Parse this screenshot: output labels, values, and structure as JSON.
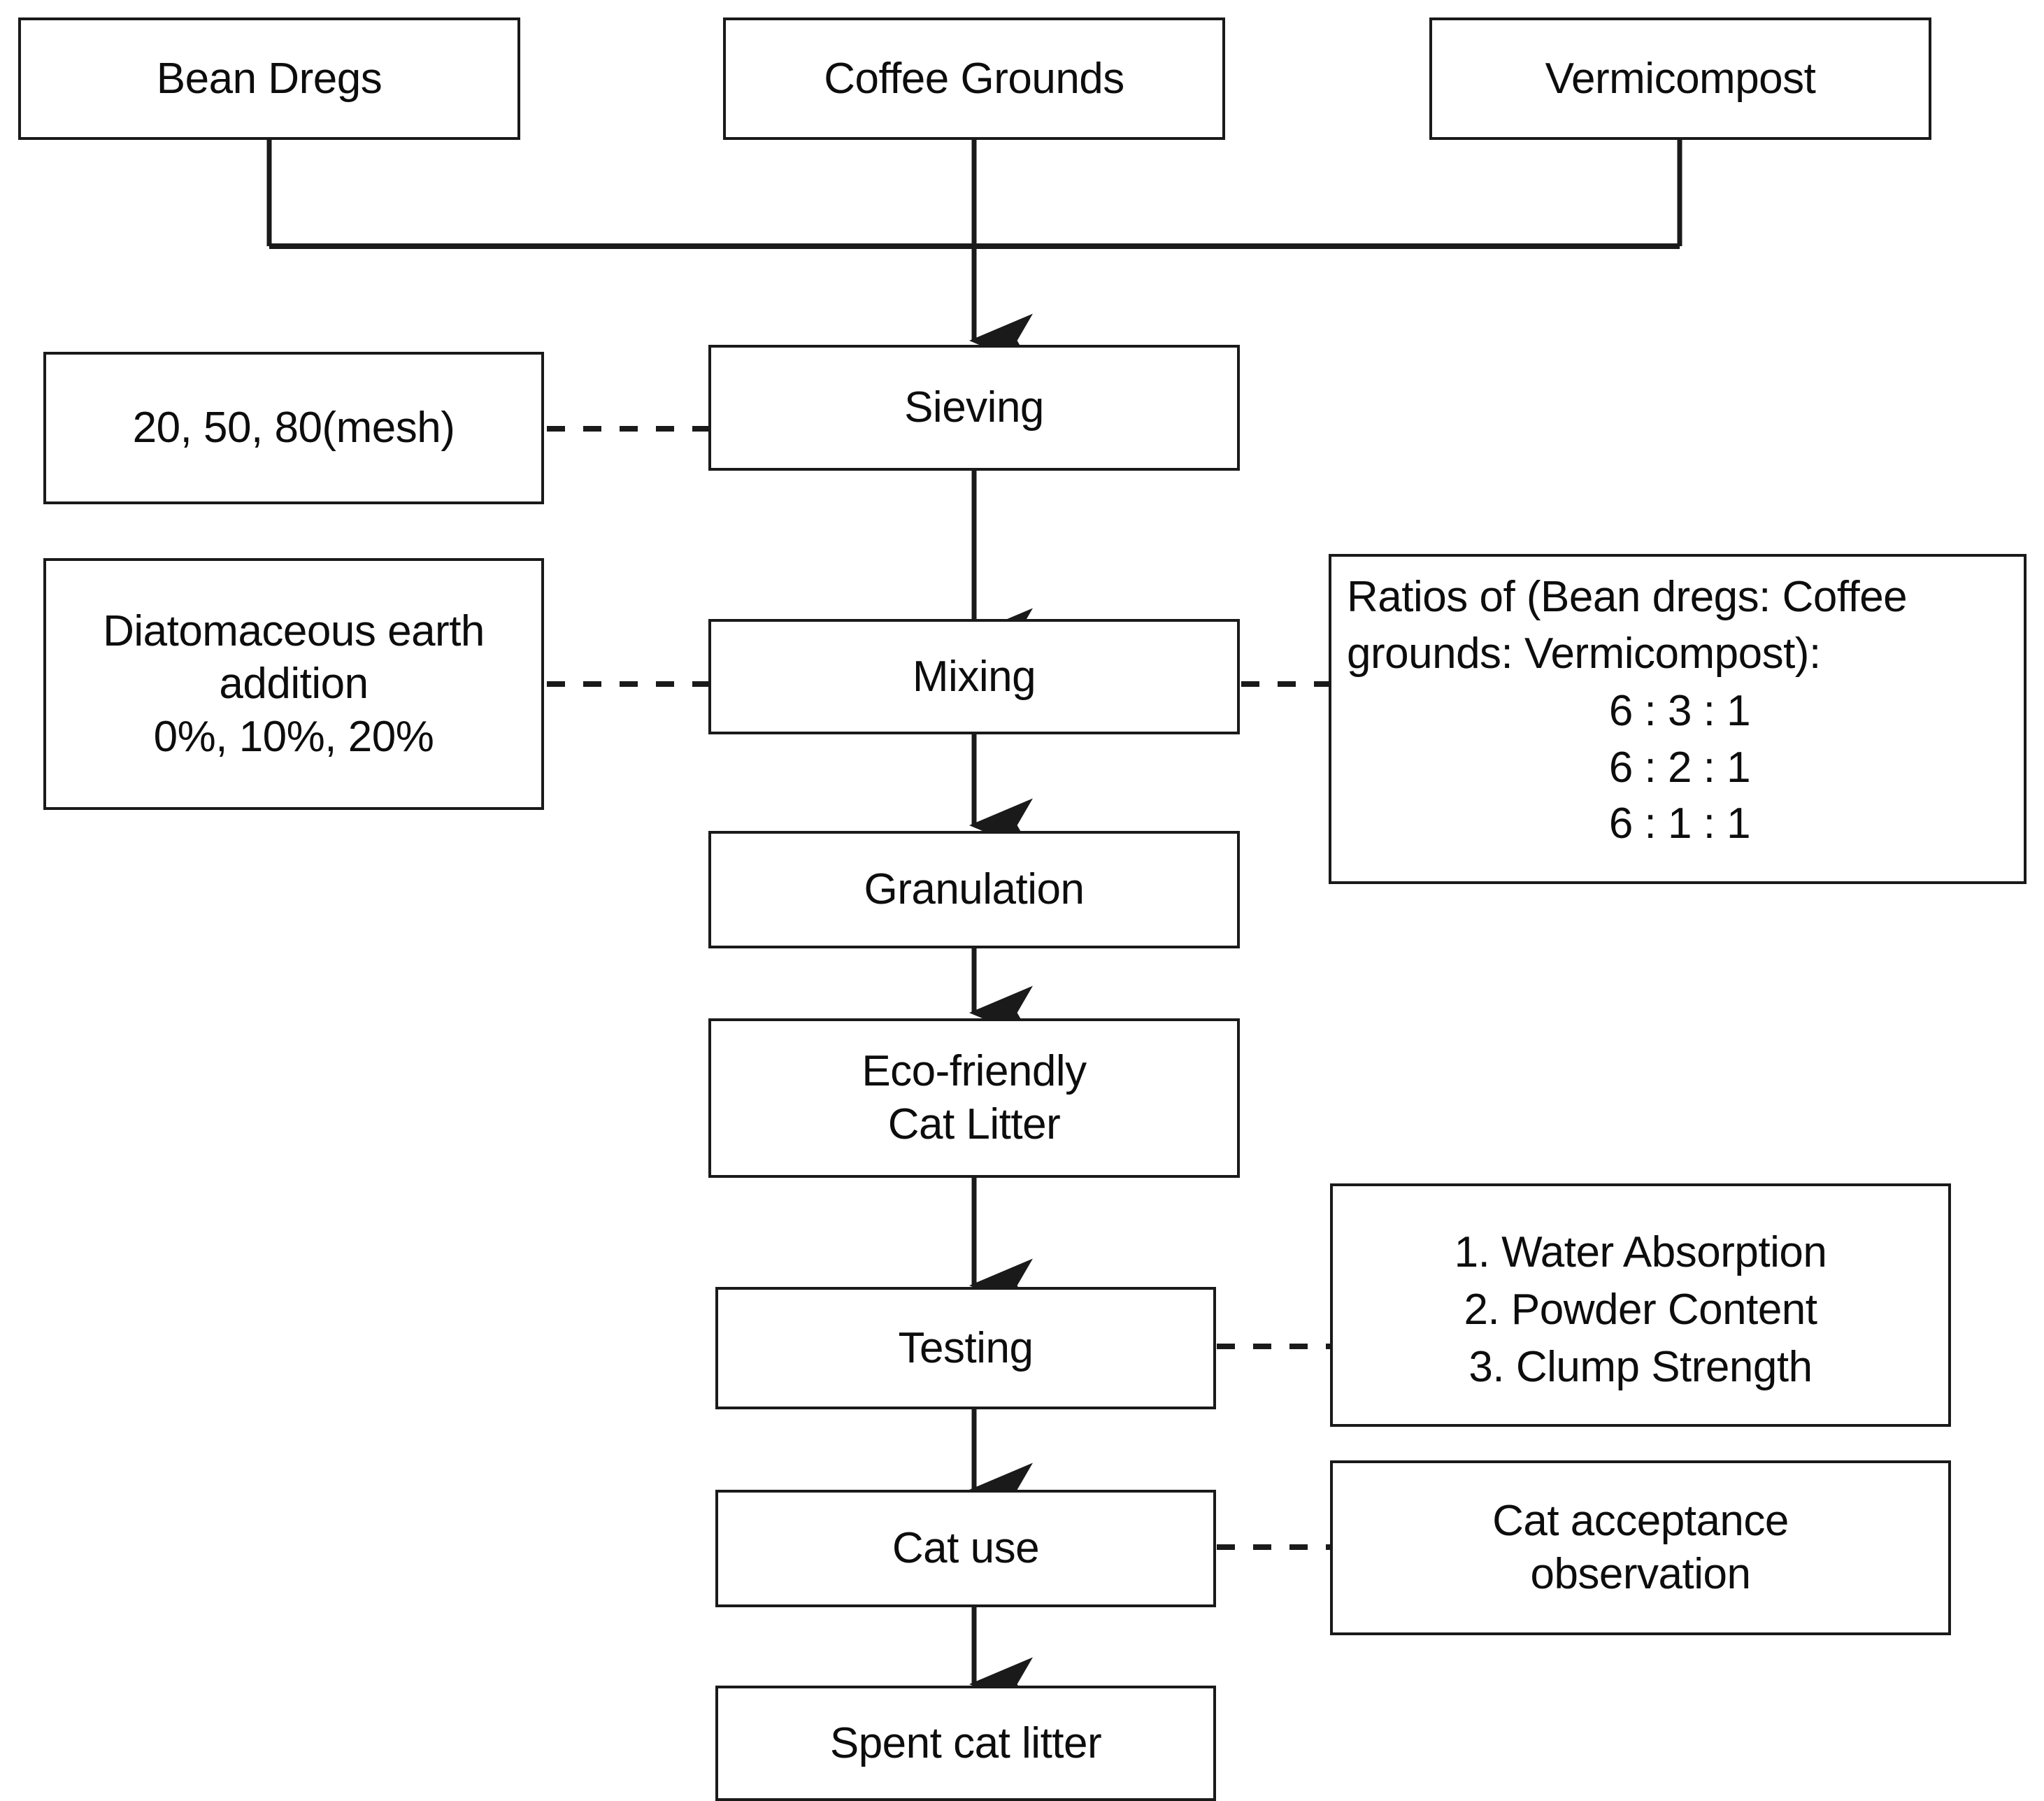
{
  "diagram": {
    "title_present": false,
    "line_color": "#1a1a1a",
    "box_fill": "#ffffff",
    "text_color": "#0d0d0d"
  },
  "inputs": {
    "bean_dregs": "Bean Dregs",
    "coffee_grounds": "Coffee Grounds",
    "vermicompost": "Vermicompost"
  },
  "process": {
    "sieving": "Sieving",
    "mixing": "Mixing",
    "granulation": "Granulation",
    "product": "Eco-friendly\nCat Litter",
    "testing": "Testing",
    "cat_use": "Cat use",
    "spent": "Spent cat litter"
  },
  "annotations": {
    "mesh": "20, 50, 80(mesh)",
    "diatomaceous": "Diatomaceous earth\naddition\n0%, 10%, 20%",
    "ratios_heading": "Ratios of (Bean dregs: Coffee\ngrounds: Vermicompost):",
    "ratios": [
      "6 : 3 : 1",
      "6 : 2 : 1",
      "6 : 1 : 1"
    ],
    "tests": [
      "1. Water Absorption",
      "2. Powder Content",
      "3. Clump Strength"
    ],
    "cat_observation": "Cat acceptance\nobservation"
  }
}
